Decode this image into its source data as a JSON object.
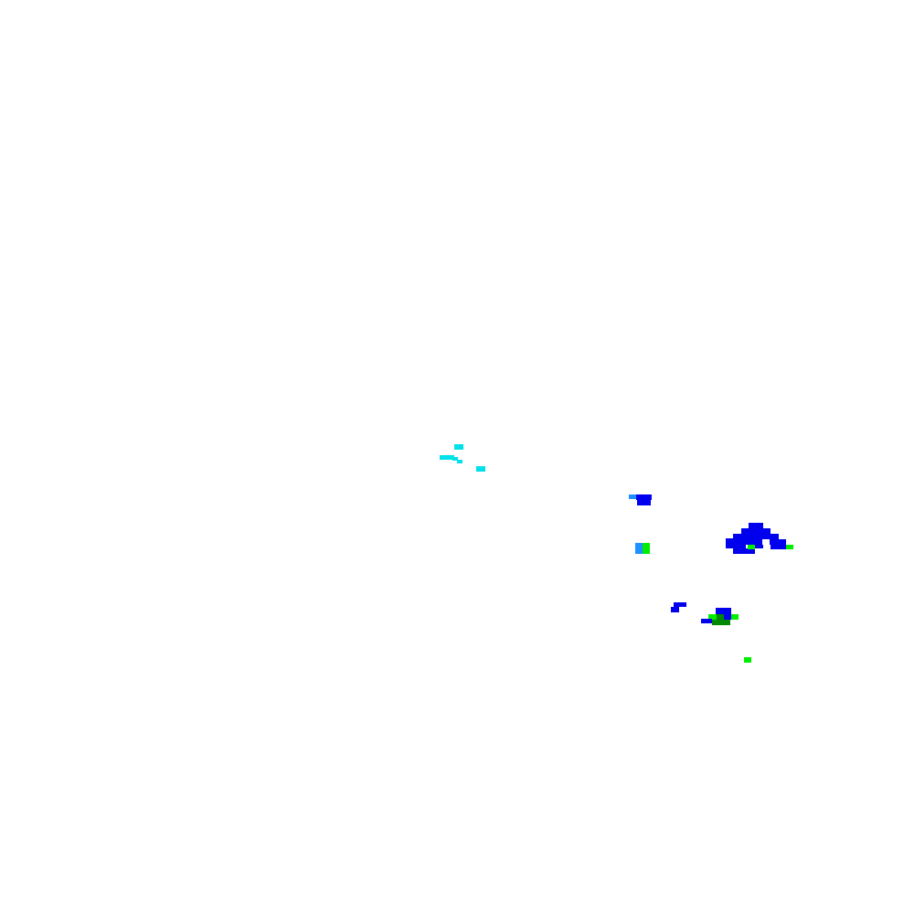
{
  "map": {
    "background": "#ffffff",
    "legend": null,
    "palette": {
      "cyan": "#00e0e8",
      "light_blue": "#1e90ff",
      "blue": "#0000ee",
      "green": "#00ee00",
      "dark_green": "#008800"
    },
    "cluster_names": [
      "cyan-cluster",
      "small-blue-cluster",
      "mixed-blue-green-pair",
      "large-blue-cluster",
      "lower-blue-green-cluster",
      "isolated-green-cell"
    ]
  }
}
